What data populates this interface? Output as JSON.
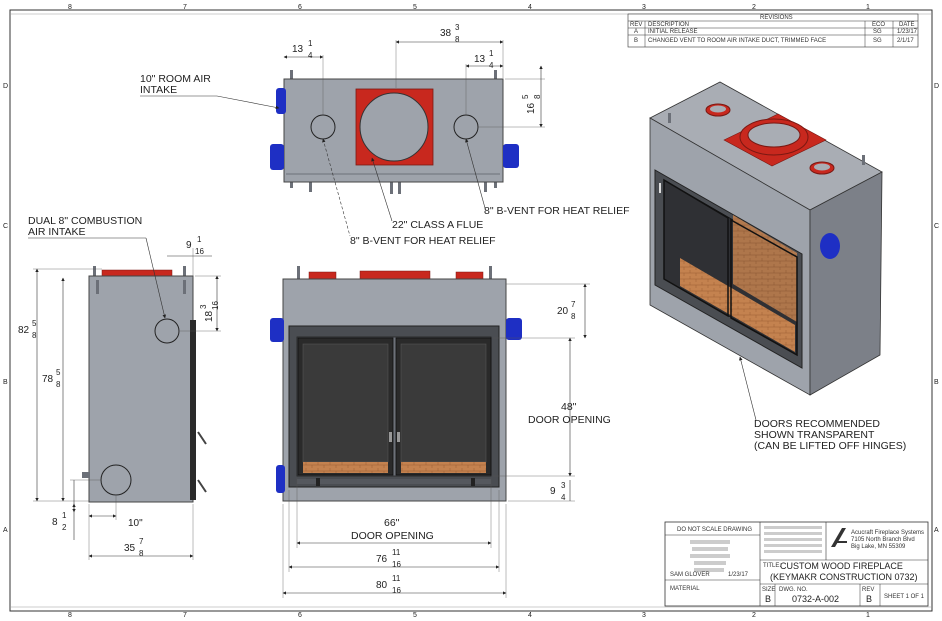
{
  "border": {
    "top_cols": [
      "8",
      "7",
      "6",
      "5",
      "4",
      "3",
      "2",
      "1"
    ],
    "bottom_cols": [
      "8",
      "7",
      "6",
      "5",
      "4",
      "3",
      "2",
      "1"
    ],
    "left_rows": [
      "D",
      "C",
      "B",
      "A"
    ],
    "right_rows": [
      "D",
      "C",
      "B",
      "A"
    ]
  },
  "revisions": {
    "title": "REVISIONS",
    "headers": [
      "REV",
      "DESCRIPTION",
      "ECO",
      "DATE"
    ],
    "rows": [
      [
        "A",
        "INITIAL RELEASE",
        "SG",
        "1/23/17"
      ],
      [
        "B",
        "CHANGED VENT TO ROOM AIR INTAKE DUCT, TRIMMED FACE",
        "SG",
        "2/1/17"
      ]
    ]
  },
  "callouts": {
    "room_air_intake": [
      "10\" ROOM AIR",
      "INTAKE"
    ],
    "combustion_intake": [
      "DUAL 8\" COMBUSTION",
      "AIR INTAKE"
    ],
    "class_a_flue": "22\" CLASS A FLUE",
    "bvent_right": "8\" B-VENT FOR HEAT RELIEF",
    "bvent_left": "8\" B-VENT FOR HEAT RELIEF",
    "door_opening_h": [
      "48\"",
      "DOOR OPENING"
    ],
    "door_opening_w": [
      "66\"",
      "DOOR OPENING"
    ],
    "doors_note": [
      "DOORS RECOMMENDED",
      "SHOWN TRANSPARENT",
      "(CAN BE LIFTED OFF HINGES)"
    ]
  },
  "dims": {
    "top_13_left": {
      "whole": "13",
      "num": "1",
      "den": "4"
    },
    "top_38": {
      "whole": "38",
      "num": "3",
      "den": "8"
    },
    "top_13_right": {
      "whole": "13",
      "num": "1",
      "den": "4"
    },
    "top_16": {
      "whole": "16",
      "num": "5",
      "den": "8"
    },
    "side_9": {
      "whole": "9",
      "num": "1",
      "den": "16"
    },
    "side_18": {
      "whole": "18",
      "num": "3",
      "den": "16"
    },
    "side_82": {
      "whole": "82",
      "num": "5",
      "den": "8"
    },
    "side_78": {
      "whole": "78",
      "num": "5",
      "den": "8"
    },
    "side_8": {
      "whole": "8",
      "num": "1",
      "den": "2"
    },
    "side_10": "10\"",
    "side_35": {
      "whole": "35",
      "num": "7",
      "den": "8"
    },
    "front_20": {
      "whole": "20",
      "num": "7",
      "den": "8"
    },
    "front_9": {
      "whole": "9",
      "num": "3",
      "den": "4"
    },
    "front_76": {
      "whole": "76",
      "num": "11",
      "den": "16"
    },
    "front_80": {
      "whole": "80",
      "num": "11",
      "den": "16"
    }
  },
  "title_block": {
    "do_not_scale": "DO NOT SCALE DRAWING",
    "company_lines": [
      "Acucraft Fireplace Systems",
      "7105 North Branch Blvd",
      "Big Lake, MN 55309"
    ],
    "title_label": "TITLE:",
    "title": [
      "CUSTOM WOOD FIREPLACE",
      "(KEYMAKR CONSTRUCTION 0732)"
    ],
    "size_label": "SIZE",
    "size": "B",
    "dwg_label": "DWG. NO.",
    "dwg_no": "0732-A-002",
    "rev_label": "REV",
    "rev": "B",
    "sheet": "SHEET 1 OF 1",
    "drawn_by": "SAM GLOVER",
    "date": "1/23/17",
    "material": "MATERIAL"
  },
  "colors": {
    "steel": "#9ea3ab",
    "steel_dark": "#6c7078",
    "flue_red": "#c8281e",
    "duct_blue": "#1e2fc4",
    "firebrick": "#c4824f",
    "glass": "#3a3a3a"
  }
}
